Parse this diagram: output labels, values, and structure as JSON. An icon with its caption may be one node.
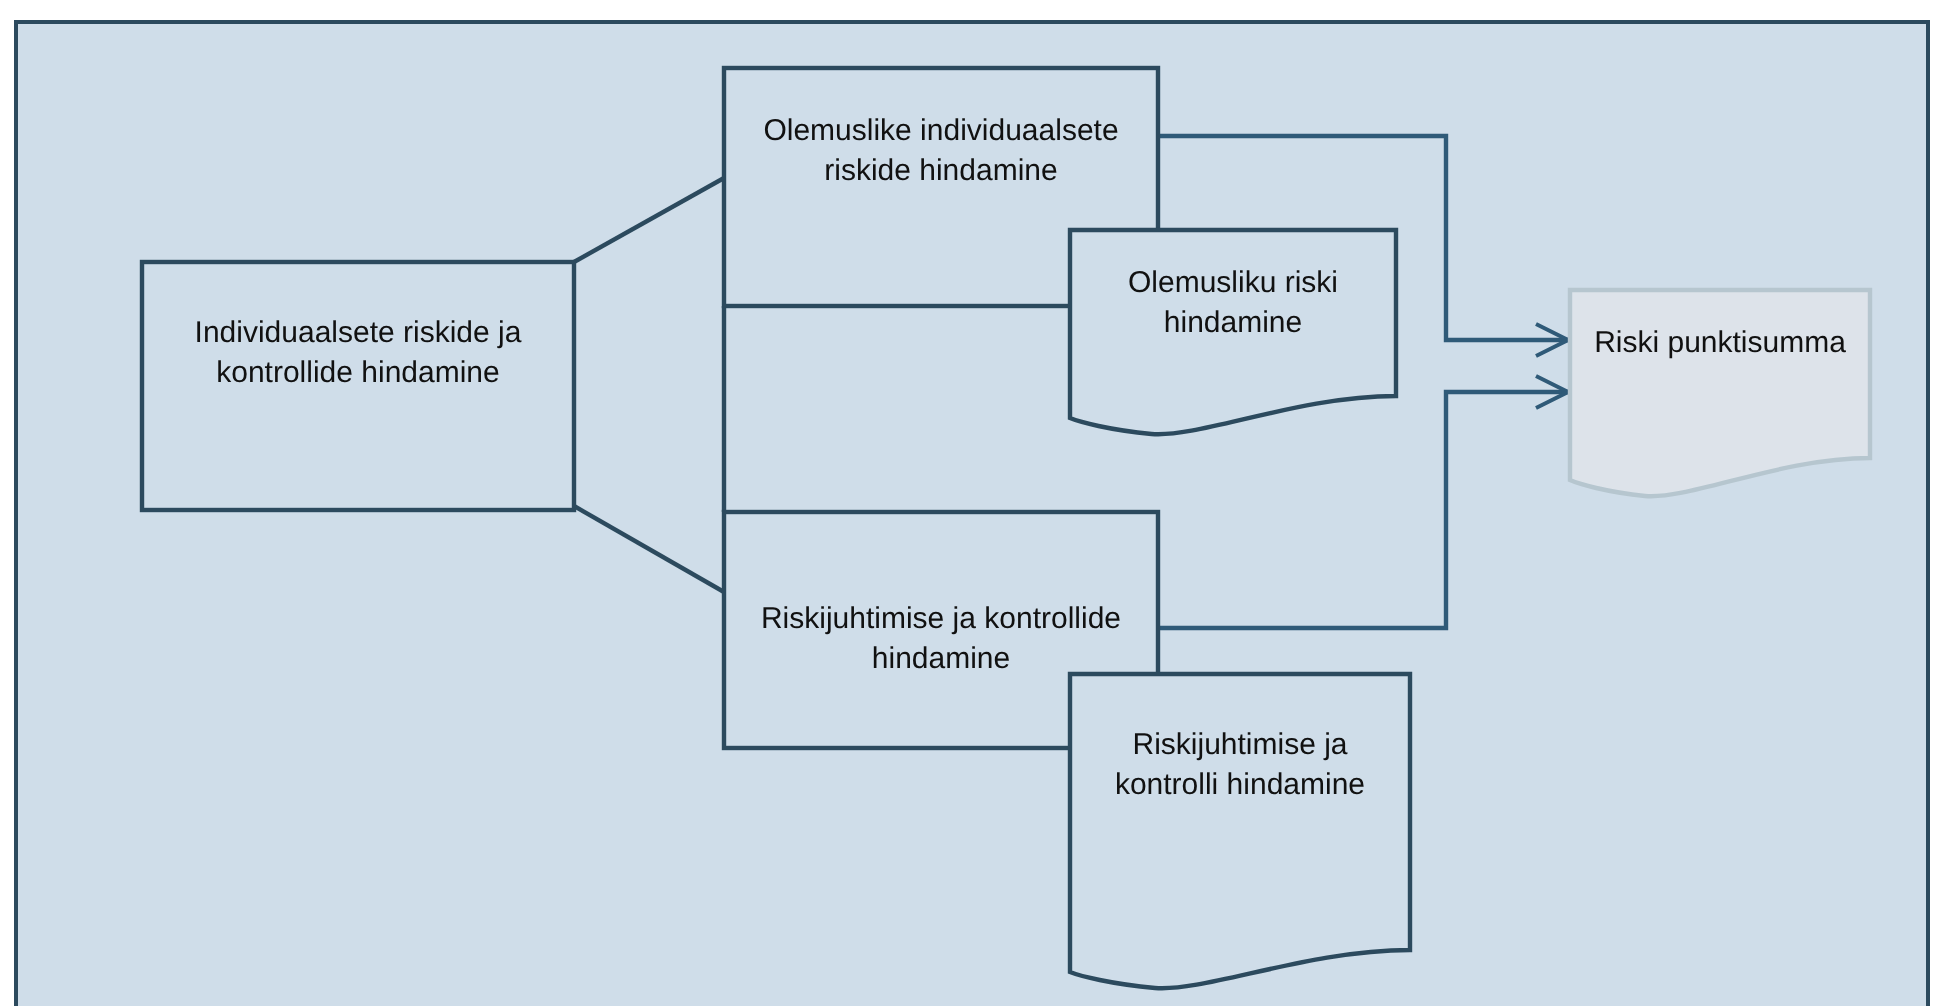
{
  "diagram": {
    "nodes": [
      {
        "text": [
          "Individuaalsete riskide ja kontrollide hindamine"
        ]
      },
      {
        "text": [
          "Olemuslike individuaalsete riskide hindamine"
        ]
      },
      {
        "text": [
          "Olemusliku riski hindamine"
        ]
      },
      {
        "text": [
          "Riskijuhtimise ja kontrollide hindamine"
        ]
      },
      {
        "text": [
          "Riskijuhtimise ja kontrolli hindamine"
        ]
      },
      {
        "text": [
          "Riski punktisumma"
        ]
      }
    ],
    "edges": [
      {
        "from": 0,
        "to": 1,
        "arrow": "none"
      },
      {
        "from": 0,
        "to": 3,
        "arrow": "none"
      },
      {
        "from": 1,
        "to": 3,
        "arrow": "none"
      },
      {
        "from": 1,
        "to": 5,
        "arrow": "to"
      },
      {
        "from": 3,
        "to": 5,
        "arrow": "to"
      }
    ]
  }
}
